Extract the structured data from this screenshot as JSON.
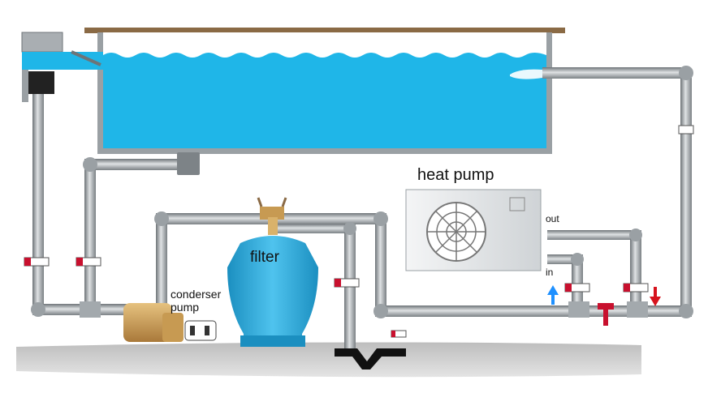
{
  "labels": {
    "heat_pump": "heat pump",
    "filter": "filter",
    "pump_line1": "conderser",
    "pump_line2": "pump",
    "out": "out",
    "in": "in"
  },
  "colors": {
    "water": "#1fb6e8",
    "pipe": "#8c9296",
    "pipe_light": "#c9cdd0",
    "filter": "#2aa6d6",
    "pump": "#c79a52",
    "valve": "#c8102e",
    "flow_in": "#1e90ff",
    "flow_out": "#d6131d",
    "ground": "#c8c8c8",
    "deck": "#8a6a45"
  }
}
